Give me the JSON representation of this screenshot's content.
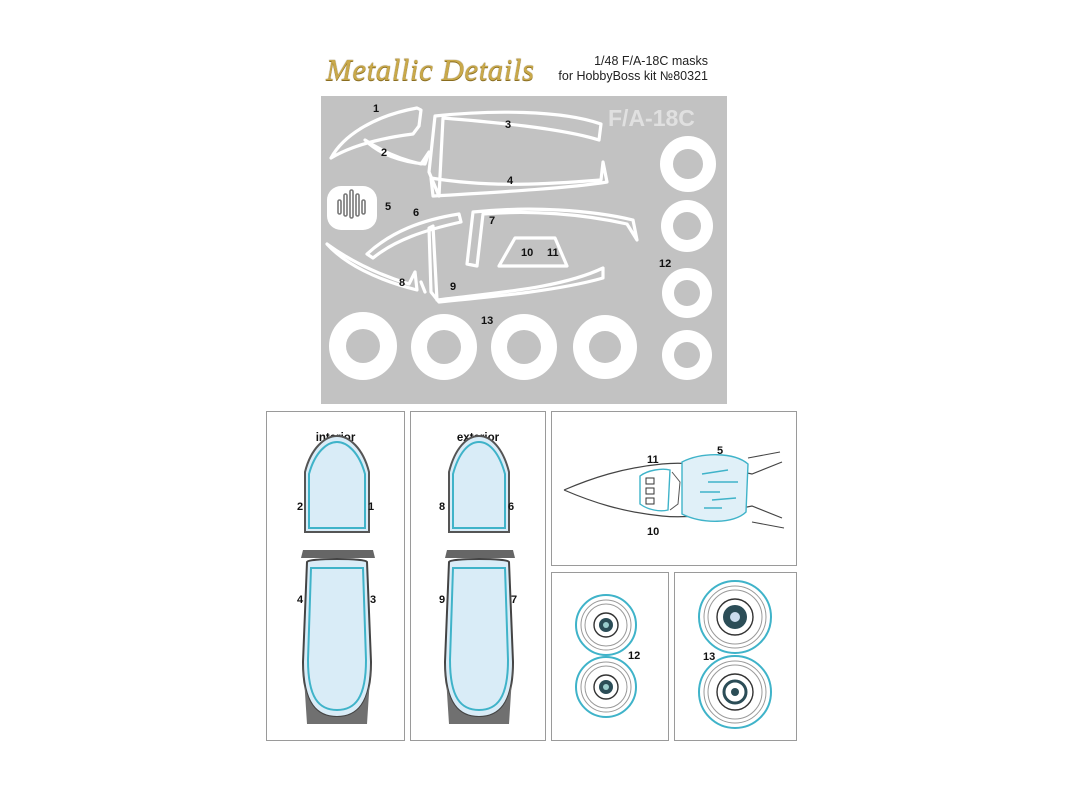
{
  "brand": "Metallic Details",
  "header": {
    "line1": "1/48 F/A-18C masks",
    "line2": "for HobbyBoss kit №80321"
  },
  "sheet": {
    "watermark": "F/A-18C",
    "part_numbers": [
      "1",
      "2",
      "3",
      "4",
      "5",
      "6",
      "7",
      "8",
      "9",
      "10",
      "11",
      "12",
      "13"
    ]
  },
  "panels": {
    "interior": {
      "title": "interior",
      "labels": {
        "top_left": "2",
        "top_right": "1",
        "bottom_left": "4",
        "bottom_right": "3"
      }
    },
    "exterior": {
      "title": "exterior",
      "labels": {
        "top_left": "8",
        "top_right": "6",
        "bottom_left": "9",
        "bottom_right": "7"
      }
    },
    "nose": {
      "labels": {
        "a": "11",
        "b": "5",
        "c": "10"
      }
    },
    "wheels_small": {
      "label": "12"
    },
    "wheels_large": {
      "label": "13"
    }
  },
  "colors": {
    "sheet": "#c2c2c2",
    "mask_edge": "#3fb3c9",
    "glass": "#d6ebf7",
    "frame": "#555555",
    "logo": "#c9a94a"
  }
}
